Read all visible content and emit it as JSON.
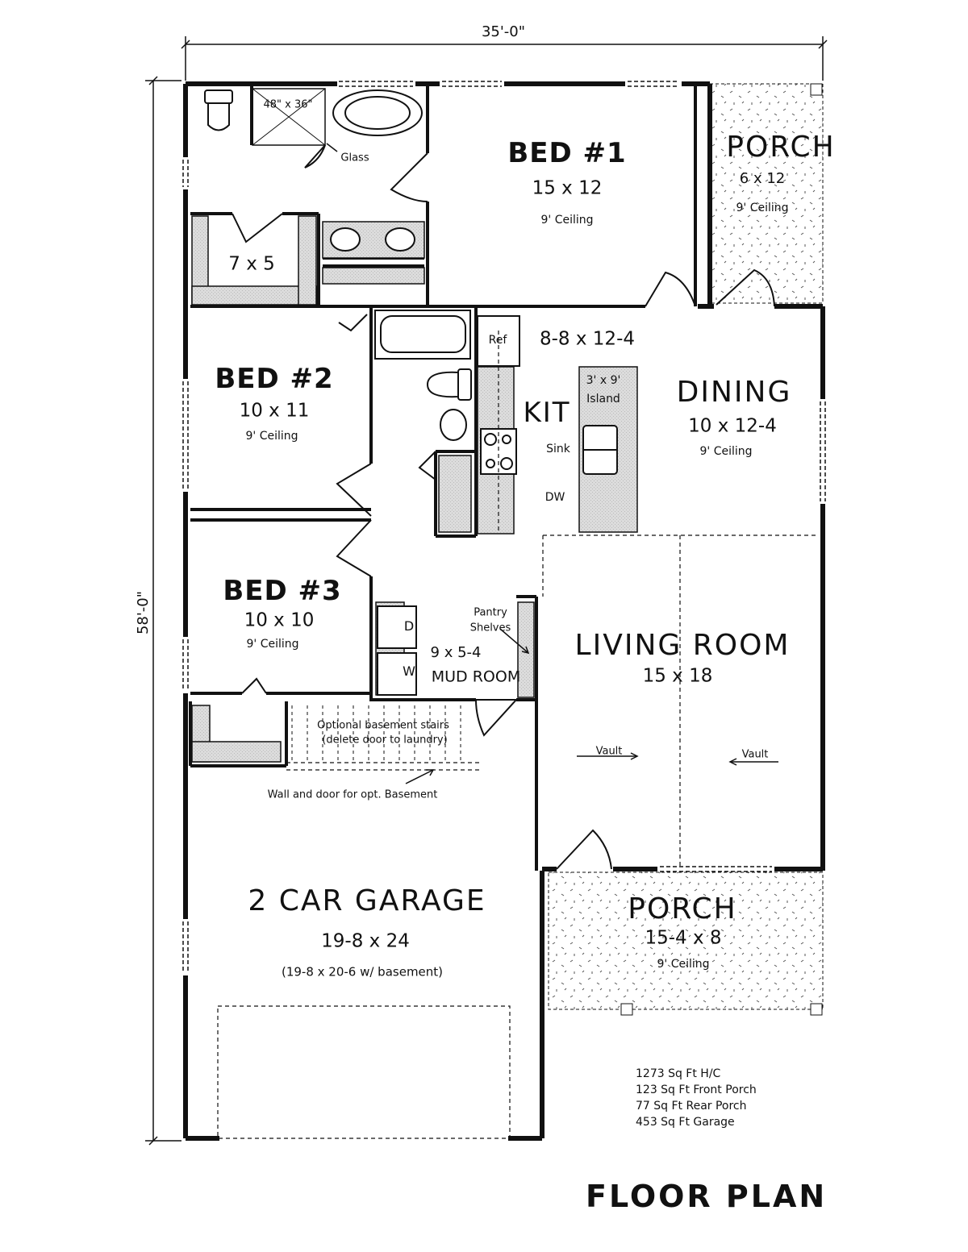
{
  "plan": {
    "title": "FLOOR PLAN",
    "overall_width": "35'-0\"",
    "overall_depth": "58'-0\""
  },
  "rooms": {
    "master_bath": {
      "shower": "48\" x 36\"",
      "glass_note": "Glass"
    },
    "closet": {
      "dim": "7 x 5"
    },
    "bed1": {
      "name": "BED #1",
      "dim": "15 x 12",
      "note": "9' Ceiling"
    },
    "rear_porch": {
      "name": "PORCH",
      "dim": "6 x 12",
      "note": "9' Ceiling"
    },
    "bed2": {
      "name": "BED #2",
      "dim": "10 x 11",
      "note": "9' Ceiling"
    },
    "kitchen": {
      "name": "KIT",
      "dim": "8-8 x 12-4",
      "ref": "Ref",
      "sink": "Sink",
      "dw": "DW",
      "island": "3' x 9'",
      "island_label": "Island"
    },
    "dining": {
      "name": "DINING",
      "dim": "10 x 12-4",
      "note": "9' Ceiling"
    },
    "bed3": {
      "name": "BED #3",
      "dim": "10 x 10",
      "note": "9' Ceiling"
    },
    "mud_room": {
      "name": "MUD ROOM",
      "dim": "9 x 5-4",
      "dryer": "D",
      "washer": "W",
      "pantry": "Pantry",
      "shelves": "Shelves"
    },
    "living": {
      "name": "LIVING ROOM",
      "dim": "15 x 18",
      "vault_left": "Vault",
      "vault_right": "Vault"
    },
    "basement_note": {
      "line1": "Optional basement stairs",
      "line2": "(delete door to laundry)",
      "wall_note": "Wall and door for opt. Basement"
    },
    "garage": {
      "name": "2 CAR GARAGE",
      "dim": "19-8 x 24",
      "note": "(19-8 x 20-6 w/ basement)"
    },
    "front_porch": {
      "name": "PORCH",
      "dim": "15-4 x 8",
      "note": "9' Ceiling"
    }
  },
  "stats": [
    "1273 Sq Ft H/C",
    "123 Sq Ft Front Porch",
    "77 Sq Ft Rear Porch",
    "453 Sq Ft Garage"
  ]
}
